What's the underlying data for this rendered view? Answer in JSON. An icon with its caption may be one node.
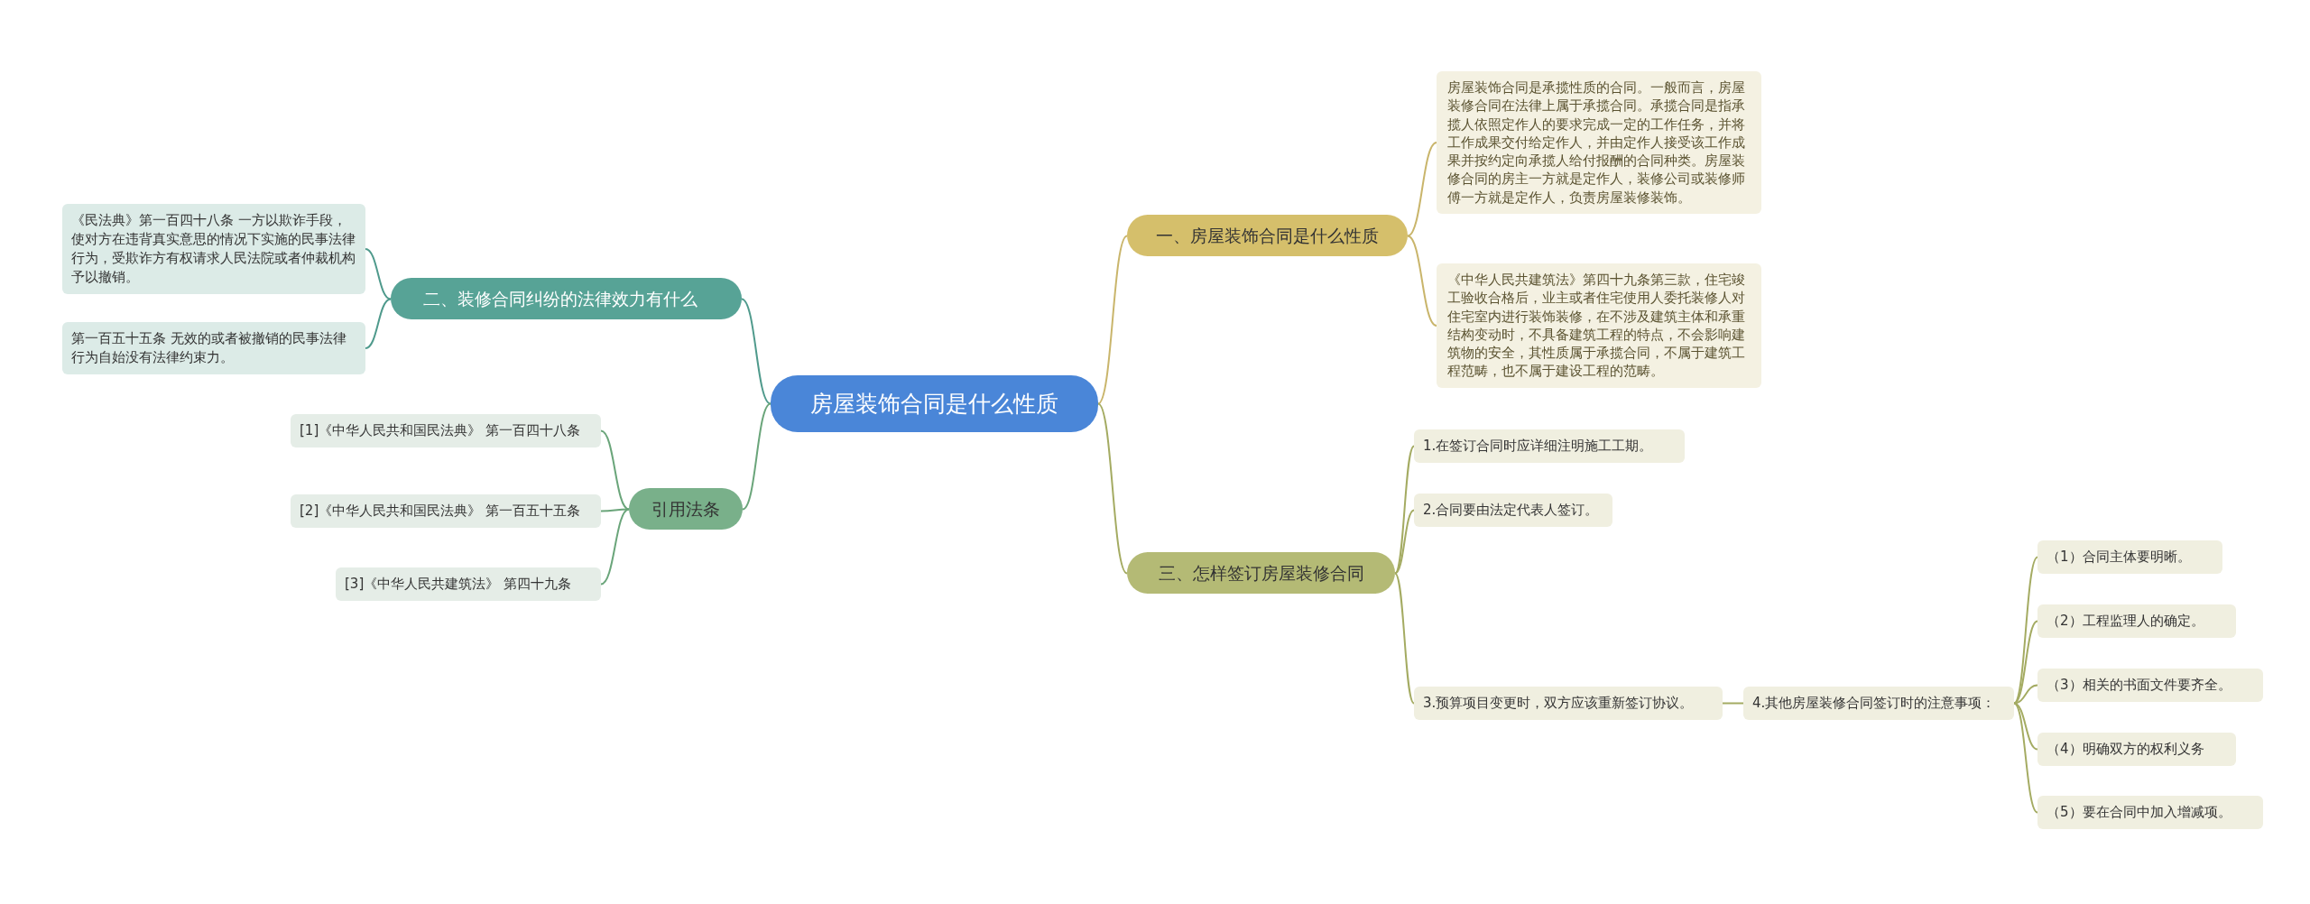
{
  "diagram": {
    "nodes": [
      {
        "text": [
          "房屋装饰合同是什么性质"
        ]
      },
      {
        "text": [
          "一、房屋装饰合同是什么性质"
        ]
      },
      {
        "text": [
          "房屋装饰合同是承揽性质的合同。一般而言，房屋装修合同在法律上属于承揽合同。承揽合同是指承揽人依照定作人的要求完成一定的工作任务，并将工作成果交付给定作人，并由定作人接受该工作成果并按约定向承揽人给付报酬的合同种类。房屋装修合同的房主一方就是定作人，装修公司或装修师傅一方就是定作人，负责房屋装修装饰。"
        ]
      },
      {
        "text": [
          "《中华人民共建筑法》第四十九条第三款，住宅竣工验收合格后，业主或者住宅使用人委托装修人对住宅室内进行装饰装修，在不涉及建筑主体和承重结构变动时，不具备建筑工程的特点，不会影响建筑物的安全，其性质属于承揽合同，不属于建筑工程范畴，也不属于建设工程的范畴。"
        ]
      },
      {
        "text": [
          "二、装修合同纠纷的法律效力有什么"
        ]
      },
      {
        "text": [
          "《民法典》第一百四十八条  一方以欺诈手段，使对方在违背真实意思的情况下实施的民事法律行为，受欺诈方有权请求人民法院或者仲裁机构予以撤销。"
        ]
      },
      {
        "text": [
          "第一百五十五条  无效的或者被撤销的民事法律行为自始没有法律约束力。"
        ]
      },
      {
        "text": [
          "三、怎样签订房屋装修合同"
        ]
      },
      {
        "text": [
          "1.在签订合同时应详细注明施工工期。"
        ]
      },
      {
        "text": [
          "2.合同要由法定代表人签订。"
        ]
      },
      {
        "text": [
          "3.预算项目变更时，双方应该重新签订协议。"
        ]
      },
      {
        "text": [
          "4.其他房屋装修合同签订时的注意事项："
        ]
      },
      {
        "text": [
          "（1）合同主体要明晰。"
        ]
      },
      {
        "text": [
          "（2）工程监理人的确定。"
        ]
      },
      {
        "text": [
          "（3）相关的书面文件要齐全。"
        ]
      },
      {
        "text": [
          "（4）明确双方的权利义务"
        ]
      },
      {
        "text": [
          "（5）要在合同中加入增减项。"
        ]
      },
      {
        "text": [
          "引用法条"
        ]
      },
      {
        "text": [
          "[1]《中华人民共和国民法典》 第一百四十八条"
        ]
      },
      {
        "text": [
          "[2]《中华人民共和国民法典》 第一百五十五条"
        ]
      },
      {
        "text": [
          "[3]《中华人民共建筑法》 第四十九条"
        ]
      }
    ],
    "edges": [
      {
        "from": 0,
        "to": 1,
        "arrow": "none",
        "color": "#c9b56b"
      },
      {
        "from": 1,
        "to": 2,
        "arrow": "none",
        "color": "#c9b56b"
      },
      {
        "from": 1,
        "to": 3,
        "arrow": "none",
        "color": "#c9b56b"
      },
      {
        "from": 0,
        "to": 4,
        "arrow": "none",
        "color": "#4f9a8c"
      },
      {
        "from": 4,
        "to": 5,
        "arrow": "none",
        "color": "#4f9a8c"
      },
      {
        "from": 4,
        "to": 6,
        "arrow": "none",
        "color": "#4f9a8c"
      },
      {
        "from": 0,
        "to": 7,
        "arrow": "none",
        "color": "#a4ab62"
      },
      {
        "from": 7,
        "to": 8,
        "arrow": "none",
        "color": "#a4ab62"
      },
      {
        "from": 7,
        "to": 9,
        "arrow": "none",
        "color": "#a4ab62"
      },
      {
        "from": 7,
        "to": 10,
        "arrow": "none",
        "color": "#a4ab62"
      },
      {
        "from": 10,
        "to": 11,
        "arrow": "none",
        "color": "#a4ab62"
      },
      {
        "from": 11,
        "to": 12,
        "arrow": "none",
        "color": "#a4ab62"
      },
      {
        "from": 11,
        "to": 13,
        "arrow": "none",
        "color": "#a4ab62"
      },
      {
        "from": 11,
        "to": 14,
        "arrow": "none",
        "color": "#a4ab62"
      },
      {
        "from": 11,
        "to": 15,
        "arrow": "none",
        "color": "#a4ab62"
      },
      {
        "from": 11,
        "to": 16,
        "arrow": "none",
        "color": "#a4ab62"
      },
      {
        "from": 0,
        "to": 17,
        "arrow": "none",
        "color": "#6aa57a"
      },
      {
        "from": 17,
        "to": 18,
        "arrow": "none",
        "color": "#6aa57a"
      },
      {
        "from": 17,
        "to": 19,
        "arrow": "none",
        "color": "#6aa57a"
      },
      {
        "from": 17,
        "to": 20,
        "arrow": "none",
        "color": "#6aa57a"
      }
    ]
  }
}
